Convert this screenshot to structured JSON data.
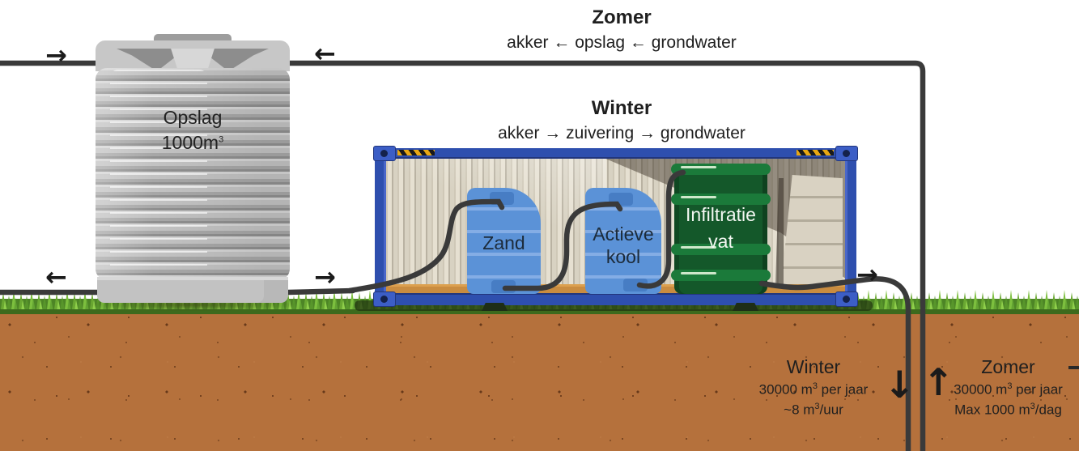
{
  "headers": {
    "zomer": {
      "title": "Zomer",
      "route": "akker ← opslag ← grondwater"
    },
    "winter": {
      "title": "Winter",
      "route": "akker → zuivering → grondwater"
    }
  },
  "storage_tank": {
    "name": "Opslag",
    "volume_pre": "1000m",
    "volume_sup": "3"
  },
  "treatment": {
    "tank1_label": "Zand",
    "tank2_line1": "Actieve",
    "tank2_line2": "kool",
    "vat_line1": "Infiltratie",
    "vat_line2": "vat"
  },
  "ground_labels": {
    "winter": {
      "title": "Winter",
      "flow_pre": "30000 m",
      "flow_sup": "3",
      "flow_post": " per jaar",
      "rate_pre": "~8 m",
      "rate_sup": "3",
      "rate_post": "/uur"
    },
    "zomer": {
      "title": "Zomer",
      "flow_pre": "30000 m",
      "flow_sup": "3",
      "flow_post": " per jaar",
      "rate_pre": "Max 1000 m",
      "rate_sup": "3",
      "rate_post": "/dag"
    }
  },
  "arrows": {
    "right": "→",
    "left": "←",
    "down": "↓",
    "up": "↑"
  },
  "colors": {
    "container_blue": "#2e4fae",
    "process_tank_blue": "#5b92d7",
    "vat_green": "#14582a",
    "pipe_gray": "#3a3a3a",
    "soil_brown": "#b5713c",
    "grass_green": "#4d8526",
    "hazard_yellow": "#e8a712"
  }
}
